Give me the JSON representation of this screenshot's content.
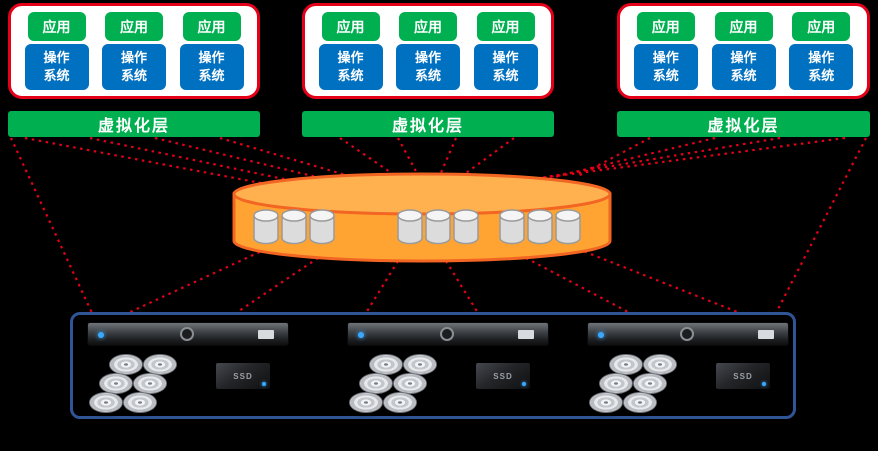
{
  "groups": [
    {
      "virt_label": "虚拟化层",
      "vms": [
        {
          "app_label": "应用",
          "os_label": "操作系统"
        },
        {
          "app_label": "应用",
          "os_label": "操作系统"
        },
        {
          "app_label": "应用",
          "os_label": "操作系统"
        }
      ]
    },
    {
      "virt_label": "虚拟化层",
      "vms": [
        {
          "app_label": "应用",
          "os_label": "操作系统"
        },
        {
          "app_label": "应用",
          "os_label": "操作系统"
        },
        {
          "app_label": "应用",
          "os_label": "操作系统"
        }
      ]
    },
    {
      "virt_label": "虚拟化层",
      "vms": [
        {
          "app_label": "应用",
          "os_label": "操作系统"
        },
        {
          "app_label": "应用",
          "os_label": "操作系统"
        },
        {
          "app_label": "应用",
          "os_label": "操作系统"
        }
      ]
    }
  ],
  "servers": [
    {
      "ssd_label": "SSD"
    },
    {
      "ssd_label": "SSD"
    },
    {
      "ssd_label": "SSD"
    }
  ],
  "colors": {
    "background": "#000000",
    "app_green": "#00B050",
    "os_blue": "#0070C0",
    "virtualization_green": "#00B050",
    "group_border_red": "#E50019",
    "connector_red": "#E50019",
    "pool_orange_fill": "#FFA432",
    "pool_orange_stroke": "#F26522",
    "enclosure_blue": "#2F5597",
    "led_blue": "#39A9FF"
  }
}
